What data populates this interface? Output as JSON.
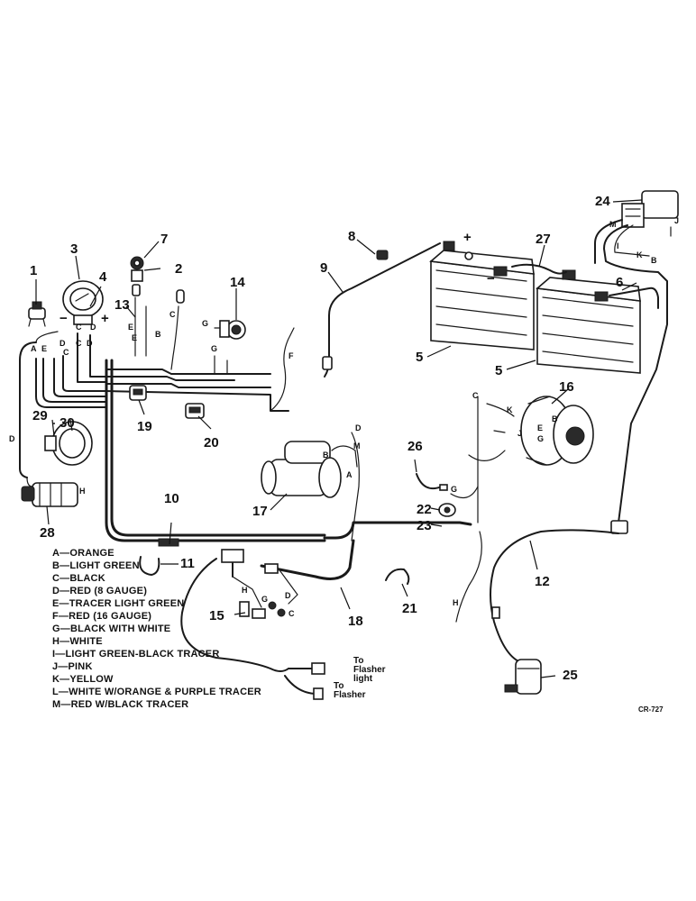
{
  "callouts": {
    "c1": "1",
    "c2": "2",
    "c3": "3",
    "c4": "4",
    "c5a": "5",
    "c5b": "5",
    "c6": "6",
    "c7": "7",
    "c8": "8",
    "c9": "9",
    "c10": "10",
    "c11": "11",
    "c12": "12",
    "c13": "13",
    "c14": "14",
    "c15": "15",
    "c16": "16",
    "c17": "17",
    "c18": "18",
    "c19": "19",
    "c20": "20",
    "c21": "21",
    "c22": "22",
    "c23": "23",
    "c24": "24",
    "c25": "25",
    "c26": "26",
    "c27": "27",
    "c28": "28",
    "c29": "29",
    "c30": "30"
  },
  "wire_letters": {
    "gauge_c": "C",
    "gauge_d": "D",
    "b13": "B",
    "c13": "C",
    "e13": "E",
    "sw_g": "G",
    "sw_g2": "G",
    "f_wire": "F",
    "h_gauge": "H",
    "d_gauge": "D",
    "hdr_a": "A",
    "hdr_e": "E",
    "hdr_c": "C",
    "hdr_d": "D",
    "row_d": "D",
    "row_c": "C",
    "row_e": "E",
    "alt_c": "C",
    "alt_k": "K",
    "alt_b": "B",
    "alt_e": "E",
    "alt_g": "G",
    "alt_j": "J",
    "st_d": "D",
    "st_m": "M",
    "st_a": "A",
    "st_b": "B",
    "s26_g": "G",
    "h_lower": "H",
    "h_15": "H",
    "d_15": "D",
    "c_15": "C",
    "g_15": "G",
    "reg_m": "M",
    "reg_i": "I",
    "reg_k": "K",
    "reg_b": "B",
    "reg_j": "J"
  },
  "notes": {
    "to_flasher_light_1": "To",
    "to_flasher_light_2": "Flasher",
    "to_flasher_light_3": "light",
    "to_flasher_1": "To",
    "to_flasher_2": "Flasher",
    "batt_plus": "+",
    "batt_minus": "−",
    "gauge_minus": "−",
    "gauge_plus": "+"
  },
  "legend": [
    "A—ORANGE",
    "B—LIGHT GREEN",
    "C—BLACK",
    "D—RED (8 GAUGE)",
    "E—TRACER LIGHT GREEN",
    "F—RED (16 GAUGE)",
    "G—BLACK WITH WHITE",
    "H—WHITE",
    "I—LIGHT GREEN-BLACK TRACER",
    "J—PINK",
    "K—YELLOW",
    "L—WHITE W/ORANGE & PURPLE TRACER",
    "M—RED W/BLACK TRACER"
  ],
  "figure_code": "CR-727"
}
